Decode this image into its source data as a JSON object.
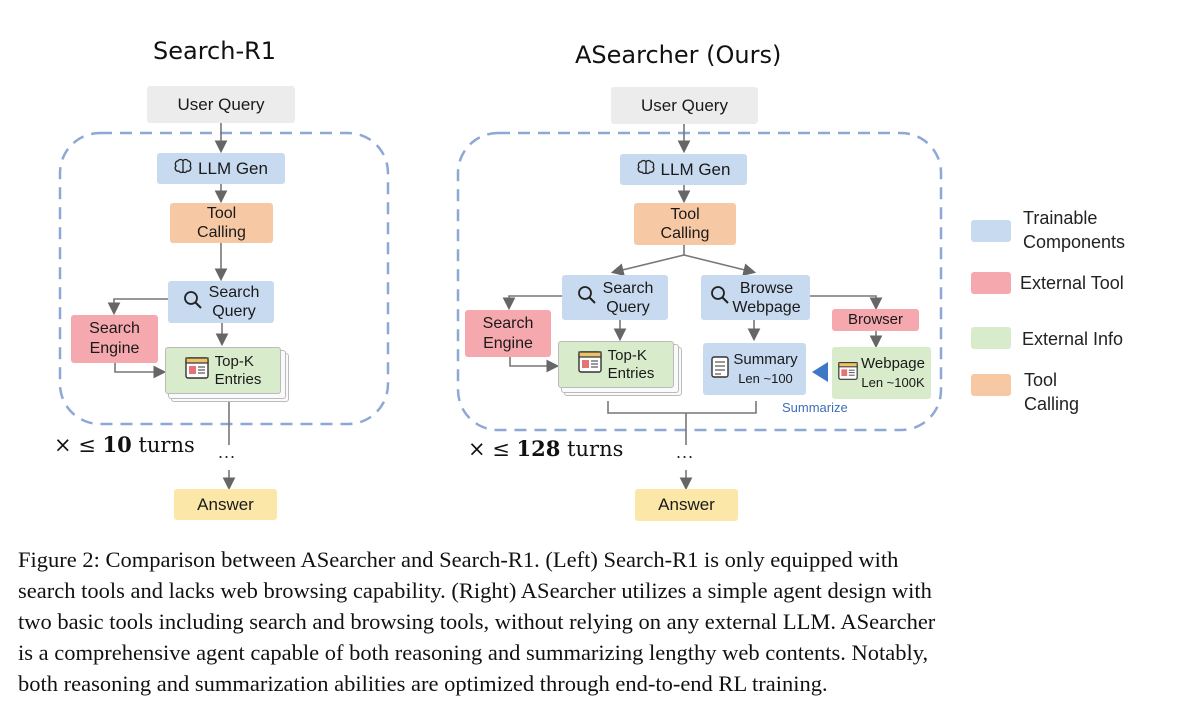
{
  "left": {
    "title": "Search-R1",
    "user_query": "User Query",
    "llm_gen": "LLM Gen",
    "tool_calling_1": "Tool",
    "tool_calling_2": "Calling",
    "search_query_1": "Search",
    "search_query_2": "Query",
    "search_engine_1": "Search",
    "search_engine_2": "Engine",
    "topk_1": "Top-K",
    "topk_2": "Entries",
    "turns_prefix": "× ≤ ",
    "turns_num": "10",
    "turns_suffix": " turns",
    "dots": "...",
    "answer": "Answer"
  },
  "right": {
    "title": "ASearcher (Ours)",
    "user_query": "User Query",
    "llm_gen": "LLM Gen",
    "tool_calling_1": "Tool",
    "tool_calling_2": "Calling",
    "search_query_1": "Search",
    "search_query_2": "Query",
    "browse_1": "Browse",
    "browse_2": "Webpage",
    "search_engine_1": "Search",
    "search_engine_2": "Engine",
    "browser": "Browser",
    "topk_1": "Top-K",
    "topk_2": "Entries",
    "summary_1": "Summary",
    "summary_2": "Len ~100",
    "webpage_1": "Webpage",
    "webpage_2": "Len ~100K",
    "summarize": "Summarize",
    "turns_prefix": "× ≤ ",
    "turns_num": "128",
    "turns_suffix": " turns",
    "dots": "...",
    "answer": "Answer"
  },
  "legend": {
    "trainable_1": "Trainable",
    "trainable_2": "Components",
    "external_tool": "External Tool",
    "external_info": "External Info",
    "tool_1": "Tool",
    "tool_2": "Calling"
  },
  "caption": {
    "line1": "Figure 2: Comparison between ASearcher and Search-R1. (Left) Search-R1 is only equipped with",
    "line2": "search tools and lacks web browsing capability. (Right) ASearcher utilizes a simple agent design with",
    "line3": "two basic tools including search and browsing tools, without relying on any external LLM. ASearcher",
    "line4": "is a comprehensive agent capable of both reasoning and summarizing lengthy web contents. Notably,",
    "line5": "both reasoning and summarization abilities are optimized through end-to-end RL training."
  },
  "colors": {
    "trainable": "#c8daf0",
    "external_tool": "#f5a8ad",
    "external_info": "#d8ebcb",
    "tool_calling": "#f6c9a4",
    "answer": "#fbe8a8",
    "query": "#ececec",
    "loop_border": "#8ea8d6"
  },
  "icons": {
    "brain": "brain-icon",
    "search": "magnifier-icon",
    "webpage": "webpage-icon",
    "document": "document-icon",
    "arrow": "triangle-arrow-icon"
  }
}
